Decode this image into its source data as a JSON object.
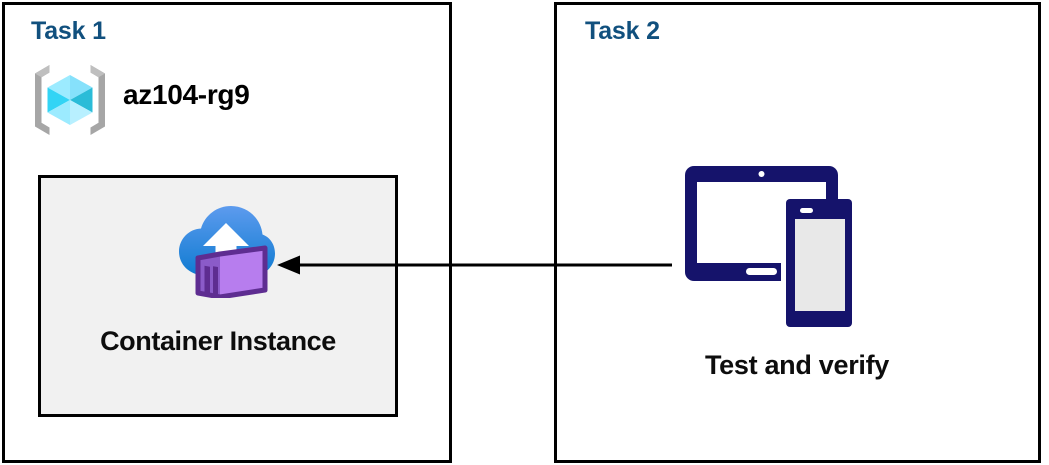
{
  "diagram": {
    "title": "Azure Container Instance task diagram",
    "background": "#ffffff",
    "border_color": "#000000",
    "heading_color": "#11507E"
  },
  "panels": [
    {
      "id": "task1",
      "title": "Task 1",
      "resource_group": {
        "label": "az104-rg9",
        "icon": "azure-resource-group-icon"
      },
      "resource": {
        "label": "Container Instance",
        "icon": "azure-container-instances-icon",
        "fill": "#F1F1F1"
      }
    },
    {
      "id": "task2",
      "title": "Task 2",
      "action": {
        "label": "Test and verify",
        "icon": "devices-tablet-phone-icon",
        "color": "#15136B"
      }
    }
  ],
  "connector": {
    "name": "flow-arrow",
    "direction": "right-to-left",
    "from": "Test and verify",
    "to": "Container Instance",
    "color": "#000000"
  }
}
